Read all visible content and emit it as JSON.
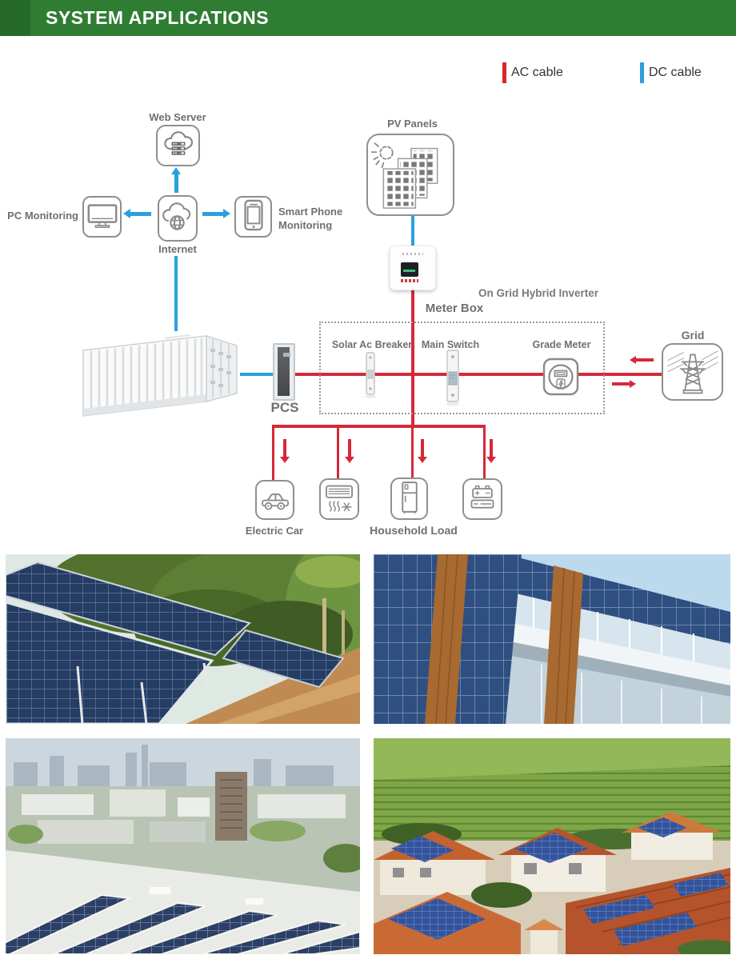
{
  "header": {
    "title": "SYSTEM APPLICATIONS"
  },
  "legend": {
    "items": [
      {
        "label": "AC cable",
        "color": "#d8262c"
      },
      {
        "label": "DC cable",
        "color": "#2b9fe0"
      }
    ]
  },
  "colors": {
    "header_green": "#2E7D33",
    "header_green_dark": "#266A2B",
    "ac_red": "#D5293A",
    "dc_blue": "#29A0DD",
    "icon_stroke": "#8A8A8A",
    "label_gray": "#6F6F6F"
  },
  "nodes": {
    "web_server": {
      "label": "Web Server"
    },
    "pc_monitoring": {
      "label": "PC Monitoring"
    },
    "internet": {
      "label": "Internet"
    },
    "smart_phone": {
      "label": "Smart Phone Monitoring"
    },
    "pv_panels": {
      "label": "PV Panels"
    },
    "inverter": {
      "label": "On Grid Hybrid Inverter"
    },
    "meter_box": {
      "label": "Meter Box"
    },
    "solar_ac_breaker": {
      "label": "Solar Ac Breaker"
    },
    "main_switch": {
      "label": "Main Switch"
    },
    "grade_meter": {
      "label": "Grade Meter"
    },
    "grid": {
      "label": "Grid"
    },
    "pcs": {
      "label": "PCS"
    },
    "electric_car": {
      "label": "Electric Car"
    },
    "household_load": {
      "label": "Household Load"
    }
  },
  "icons": {
    "web-server-icon": "cloud with server racks",
    "internet-icon": "cloud with globe",
    "pc-monitor-icon": "desktop monitor",
    "smartphone-icon": "smartphone",
    "pv-panels-icon": "sun with three solar panels",
    "grade-meter-icon": "electric meter with lightning bolt",
    "grid-tower-icon": "transmission tower with power lines",
    "electric-car-icon": "car",
    "air-conditioner-icon": "AC unit with airflow and snowflake",
    "refrigerator-icon": "fridge",
    "battery-pack-icon": "battery power pack",
    "battery-container": "white storage container",
    "pcs-cabinet": "power conversion cabinet",
    "inverter-unit": "white inverter box"
  },
  "photos": [
    "ground-mounted-solar-array",
    "solar-facade-building",
    "industrial-rooftop-solar-aerial",
    "residential-rooftop-solar-village"
  ]
}
